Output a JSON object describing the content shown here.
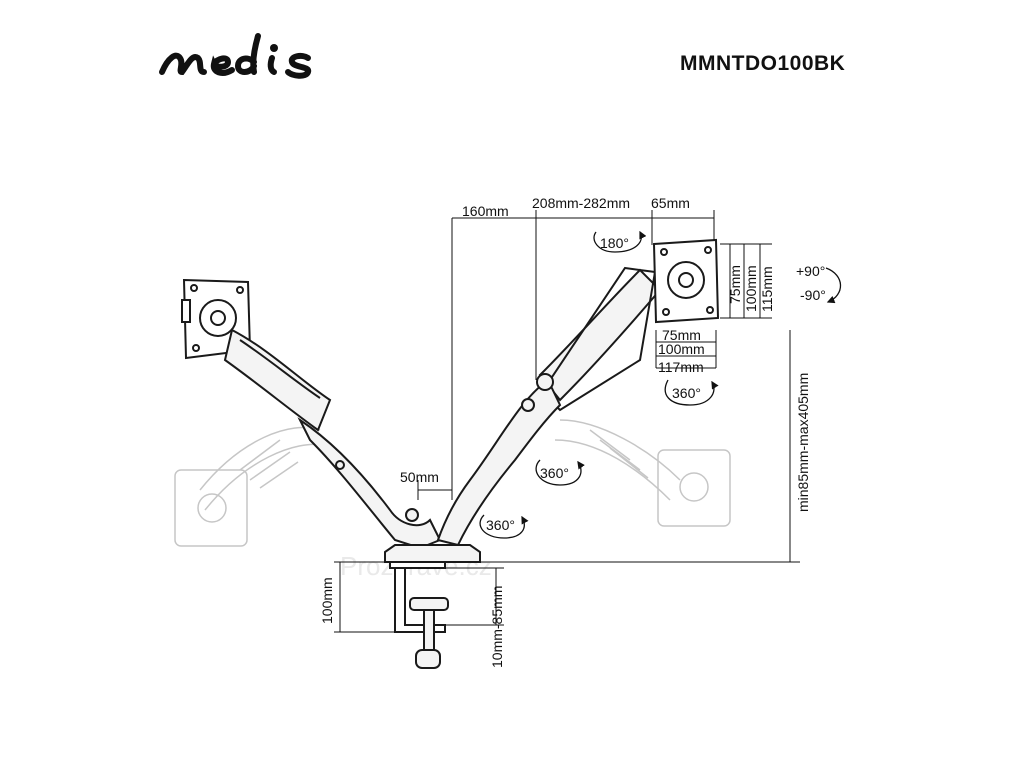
{
  "header": {
    "brand": "nedis",
    "model": "MMNTDO100BK"
  },
  "dimensions": {
    "arm_offset": "160mm",
    "arm_reach": "208mm-282mm",
    "plate_offset": "65mm",
    "vesa_h_75": "75mm",
    "vesa_h_100": "100mm",
    "plate_w": "117mm",
    "vesa_v_75": "75mm",
    "vesa_v_100": "100mm",
    "plate_h": "115mm",
    "pole_width": "50mm",
    "height_range": "min85mm-max405mm",
    "clamp_height": "100mm",
    "desk_thickness": "10mm-85mm"
  },
  "rotations": {
    "tilt_up": "+90°",
    "tilt_down": "-90°",
    "swivel_180": "180°",
    "rotate_360_plate": "360°",
    "rotate_360_arm": "360°",
    "rotate_360_base": "360°"
  },
  "watermark": "Prozdrave.cz",
  "colors": {
    "line": "#1a1a1a",
    "ghost": "#bdbdbd",
    "arm_fill": "#f4f4f4"
  }
}
